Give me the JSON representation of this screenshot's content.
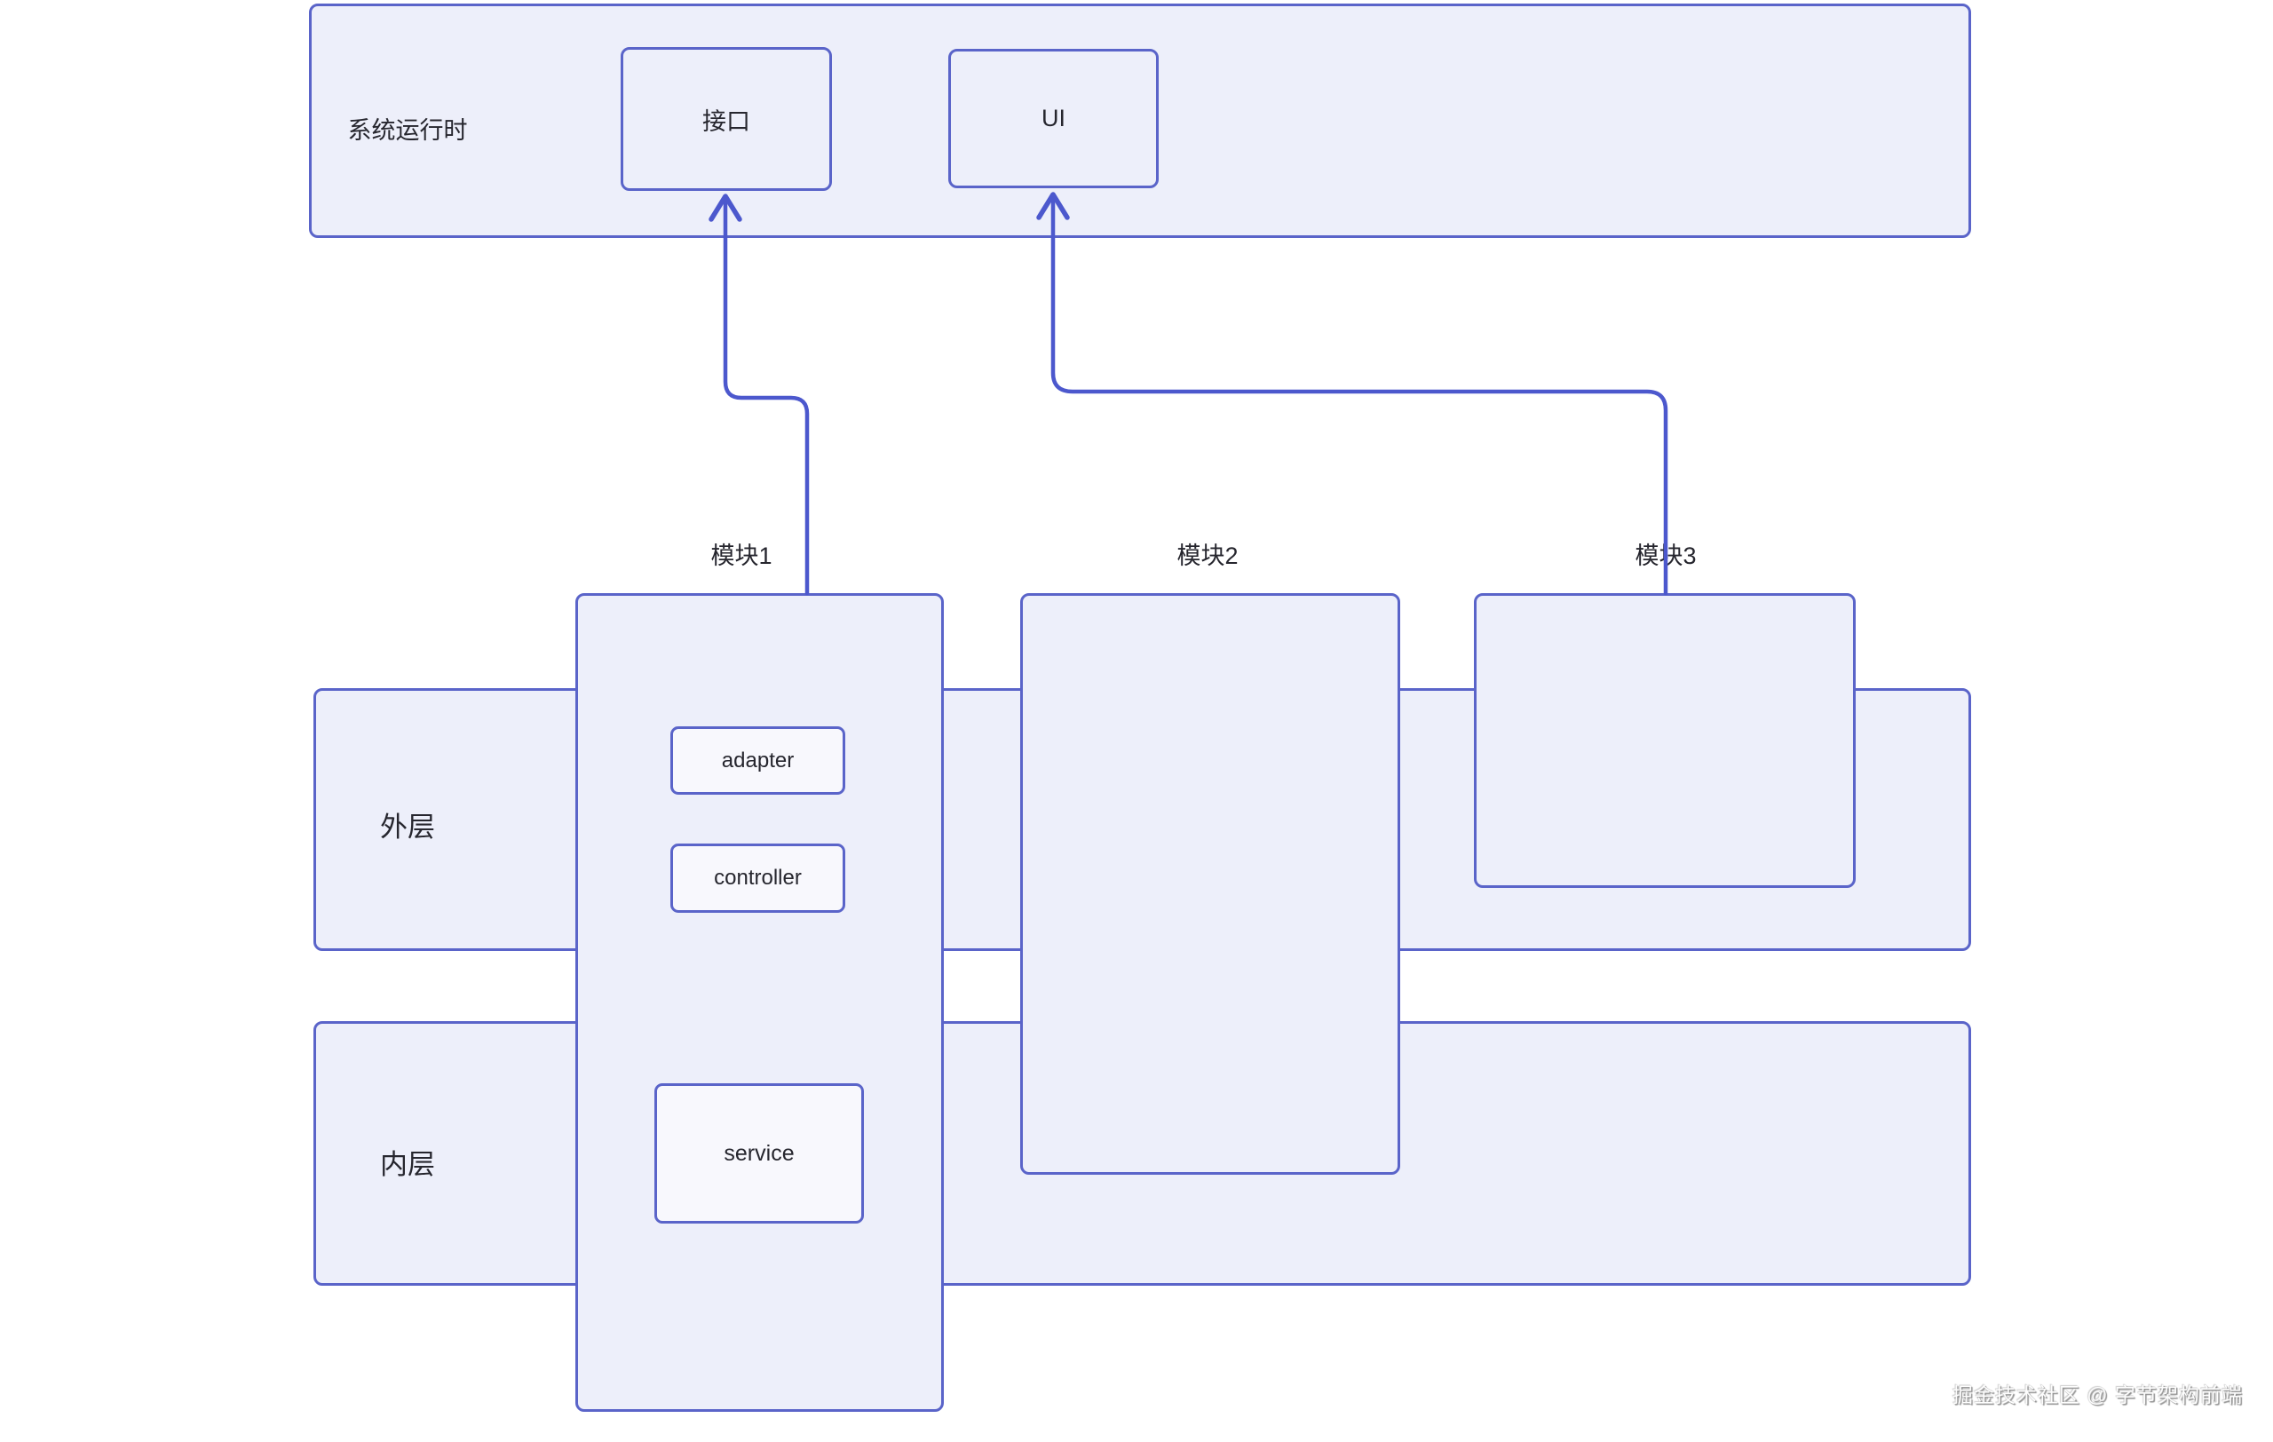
{
  "diagram": {
    "runtime": {
      "label": "系统运行时",
      "interface_label": "接口",
      "ui_label": "UI"
    },
    "modules": [
      {
        "label": "模块1"
      },
      {
        "label": "模块2"
      },
      {
        "label": "模块3"
      }
    ],
    "layers": {
      "outer_label": "外层",
      "inner_label": "内层"
    },
    "module1_children": {
      "adapter_label": "adapter",
      "controller_label": "controller",
      "service_label": "service"
    },
    "connections": [
      {
        "from": "模块1",
        "to": "接口",
        "direction": "up"
      },
      {
        "from": "模块3",
        "to": "UI",
        "direction": "up"
      }
    ],
    "watermark": "掘金技术社区 @ 字节架构前端",
    "colors": {
      "border": "#5a64c9",
      "arrow": "#4c58cd",
      "box_fill": "#edeffa",
      "small_box_fill": "#f8f8fd",
      "text": "#26262e",
      "background": "#ffffff"
    }
  }
}
